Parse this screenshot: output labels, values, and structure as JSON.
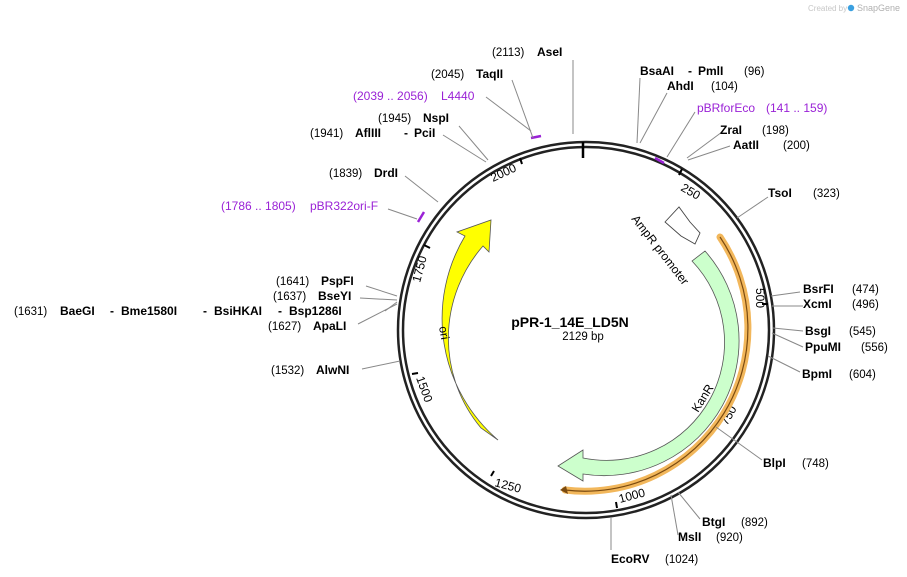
{
  "watermark": {
    "text": "Created by",
    "brand": "SnapGene",
    "color": "#c7c7c7"
  },
  "plasmid": {
    "name": "pPR-1_14E_LD5N",
    "length": "2129 bp"
  },
  "ticks": [
    "250",
    "500",
    "750",
    "1000",
    "1250",
    "1500",
    "1750",
    "2000"
  ],
  "features": {
    "ori": {
      "label": "ori",
      "color": "#ffff00"
    },
    "kanr": {
      "label": "KanR",
      "color": "#ccffcc"
    },
    "ampr_promoter": {
      "label": "AmpR promoter",
      "color": "#ffffff"
    },
    "orf_color": "#f0a030"
  },
  "primers": {
    "l4440": {
      "label": "L4440",
      "range": "(2039 .. 2056)"
    },
    "pbrforeco": {
      "label": "pBRforEco",
      "range": "(141 .. 159)"
    },
    "pbr322ori": {
      "label": "pBR322ori-F",
      "range": "(1786 .. 1805)"
    }
  },
  "sites": {
    "asei": {
      "name": "AseI",
      "pos": "(2113)"
    },
    "taqii": {
      "name": "TaqII",
      "pos": "(2045)"
    },
    "nspi": {
      "name": "NspI",
      "pos": "(1945)"
    },
    "afliii": {
      "name": "AflIII",
      "sep": "-",
      "name2": "PciI",
      "pos": "(1941)"
    },
    "drdi": {
      "name": "DrdI",
      "pos": "(1839)"
    },
    "pspfi": {
      "name": "PspFI",
      "pos": "(1641)"
    },
    "bseyi": {
      "name": "BseYI",
      "pos": "(1637)"
    },
    "baegi": {
      "name": "BaeGI",
      "sep1": "-",
      "name2": "Bme1580I",
      "sep2": "-",
      "name3": "BsiHKAI",
      "sep3": "-",
      "name4": "Bsp1286I",
      "pos": "(1631)"
    },
    "apali": {
      "name": "ApaLI",
      "pos": "(1627)"
    },
    "alwni": {
      "name": "AlwNI",
      "pos": "(1532)"
    },
    "bsaai": {
      "name": "BsaAI",
      "sep": "-",
      "name2": "PmlI",
      "pos": "(96)"
    },
    "ahdi": {
      "name": "AhdI",
      "pos": "(104)"
    },
    "zrai": {
      "name": "ZraI",
      "pos": "(198)"
    },
    "aatii": {
      "name": "AatII",
      "pos": "(200)"
    },
    "tsoi": {
      "name": "TsoI",
      "pos": "(323)"
    },
    "bsrfi": {
      "name": "BsrFI",
      "pos": "(474)"
    },
    "xcmi": {
      "name": "XcmI",
      "pos": "(496)"
    },
    "bsgi": {
      "name": "BsgI",
      "pos": "(545)"
    },
    "ppumi": {
      "name": "PpuMI",
      "pos": "(556)"
    },
    "bpmi": {
      "name": "BpmI",
      "pos": "(604)"
    },
    "blpi": {
      "name": "BlpI",
      "pos": "(748)"
    },
    "btgi": {
      "name": "BtgI",
      "pos": "(892)"
    },
    "msli": {
      "name": "MslI",
      "pos": "(920)"
    },
    "ecorv": {
      "name": "EcoRV",
      "pos": "(1024)"
    }
  }
}
